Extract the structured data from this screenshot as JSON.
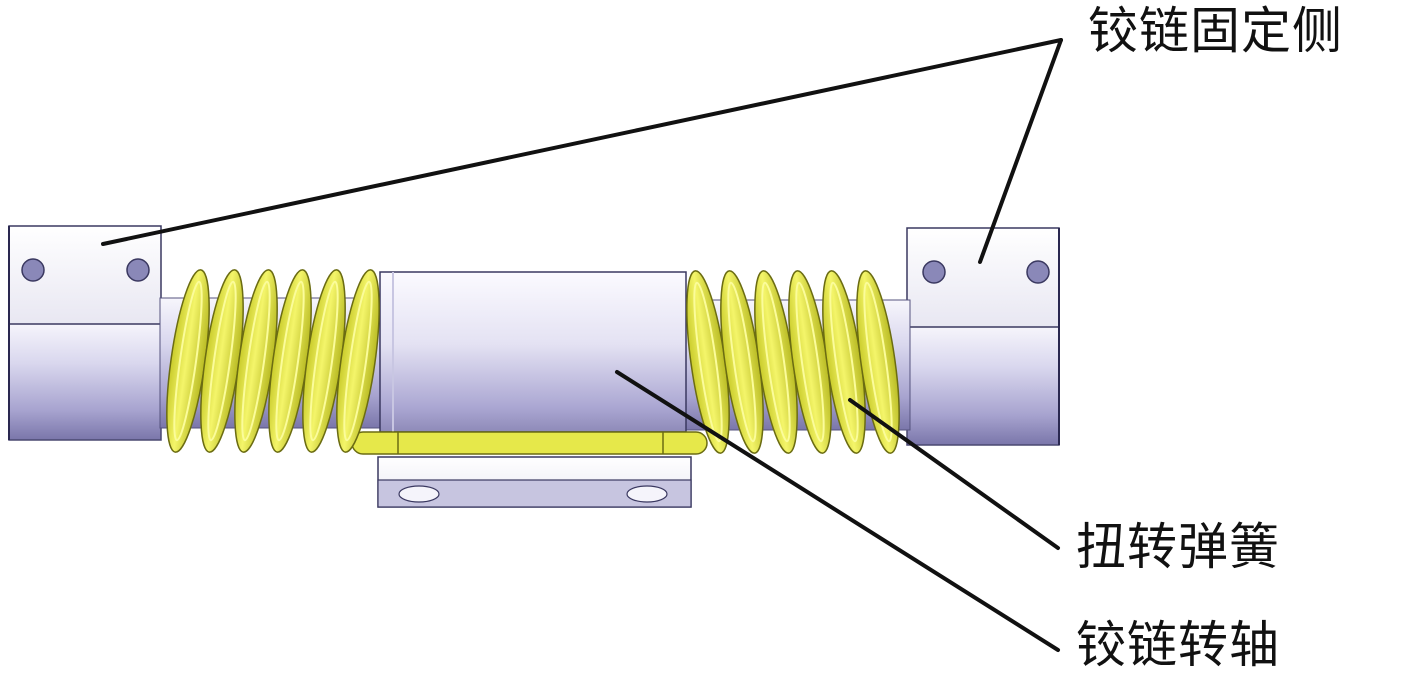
{
  "labels": {
    "hinge_fixed_side": "铰链固定侧",
    "torsion_spring": "扭转弹簧",
    "hinge_shaft": "铰链转轴"
  },
  "colors": {
    "spring": "#e6e84a",
    "spring_shadow": "#b3b51f",
    "metal_light": "#f2f0fa",
    "metal_mid": "#b6b3d8",
    "metal_dark": "#6f6ba0",
    "leader_line": "#111111"
  }
}
